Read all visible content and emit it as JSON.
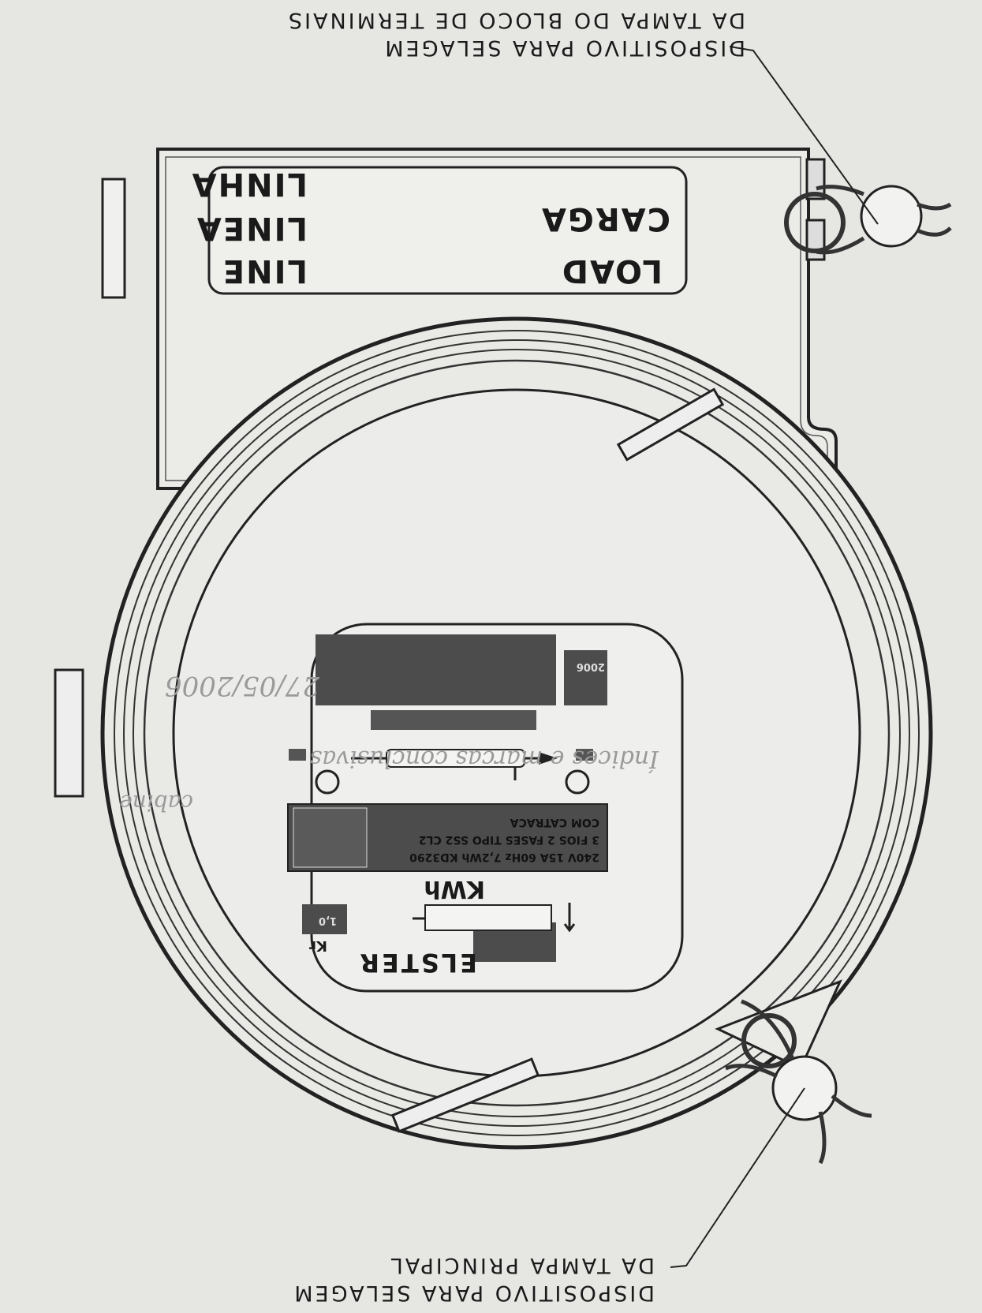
{
  "callouts": {
    "terminal_seal_line1": "DISPOSITIVO PARA SELAGEM",
    "terminal_seal_line2": "DA TAMPA DO BLOCO DE TERMINAIS",
    "main_seal_line1": "DISPOSITIVO PARA SELAGEM",
    "main_seal_line2": "DA TAMPA PRINCIPAL"
  },
  "terminal_labels": {
    "line_pt": "LINHA",
    "line_es": "LINEA",
    "line_en": "LINE",
    "load_pt": "CARGA",
    "load_en": "LOAD"
  },
  "nameplate": {
    "brand": "ELSTER",
    "unit": "KWh",
    "rating_line1": "240V  15A  60Hz  7,2Wh  KD3290",
    "rating_line2": "3 FIOS  2 FASES  TIPO  SS2  CL2",
    "rating_line3": "COM CATRACA",
    "year": "2006",
    "kr_label": "Kr",
    "kr_value": "1,0"
  },
  "handwriting": {
    "date": "27/05/2006",
    "line2": "Índices e marcas conclusivas",
    "line3": "cabine"
  }
}
